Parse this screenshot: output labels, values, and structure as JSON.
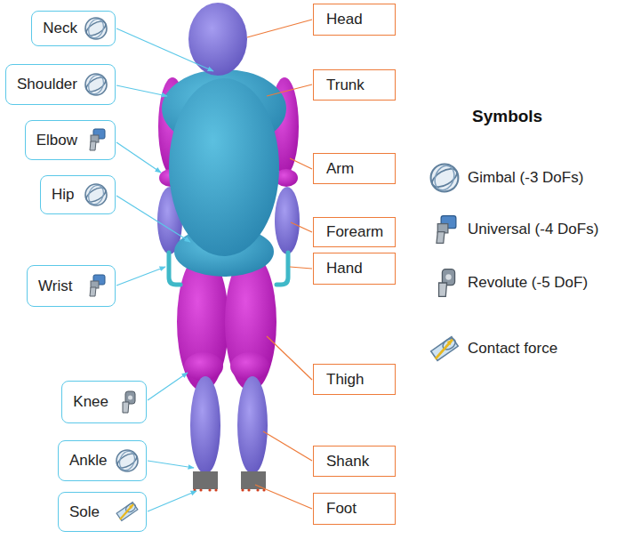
{
  "diagram": {
    "nodes": [
      {
        "text": [
          "Neck"
        ]
      },
      {
        "text": [
          "Head"
        ]
      },
      {
        "text": [
          "Shoulder"
        ]
      },
      {
        "text": [
          "Trunk"
        ]
      },
      {
        "text": [
          "Elbow"
        ]
      },
      {
        "text": [
          "Arm"
        ]
      },
      {
        "text": [
          "Hip"
        ]
      },
      {
        "text": [
          "Forearm"
        ]
      },
      {
        "text": [
          "Hand"
        ]
      },
      {
        "text": [
          "Wrist"
        ]
      },
      {
        "text": [
          "Thigh"
        ]
      },
      {
        "text": [
          "Knee"
        ]
      },
      {
        "text": [
          "Ankle"
        ]
      },
      {
        "text": [
          "Shank"
        ]
      },
      {
        "text": [
          "Sole"
        ]
      },
      {
        "text": [
          "Foot"
        ]
      }
    ],
    "labels": [
      "Symbols"
    ],
    "legend": [
      {
        "text": "Gimbal (-3 DoFs)"
      },
      {
        "text": "Universal (-4 DoFs)"
      },
      {
        "text": "Revolute (-5 DoF)"
      },
      {
        "text": "Contact force"
      }
    ]
  }
}
